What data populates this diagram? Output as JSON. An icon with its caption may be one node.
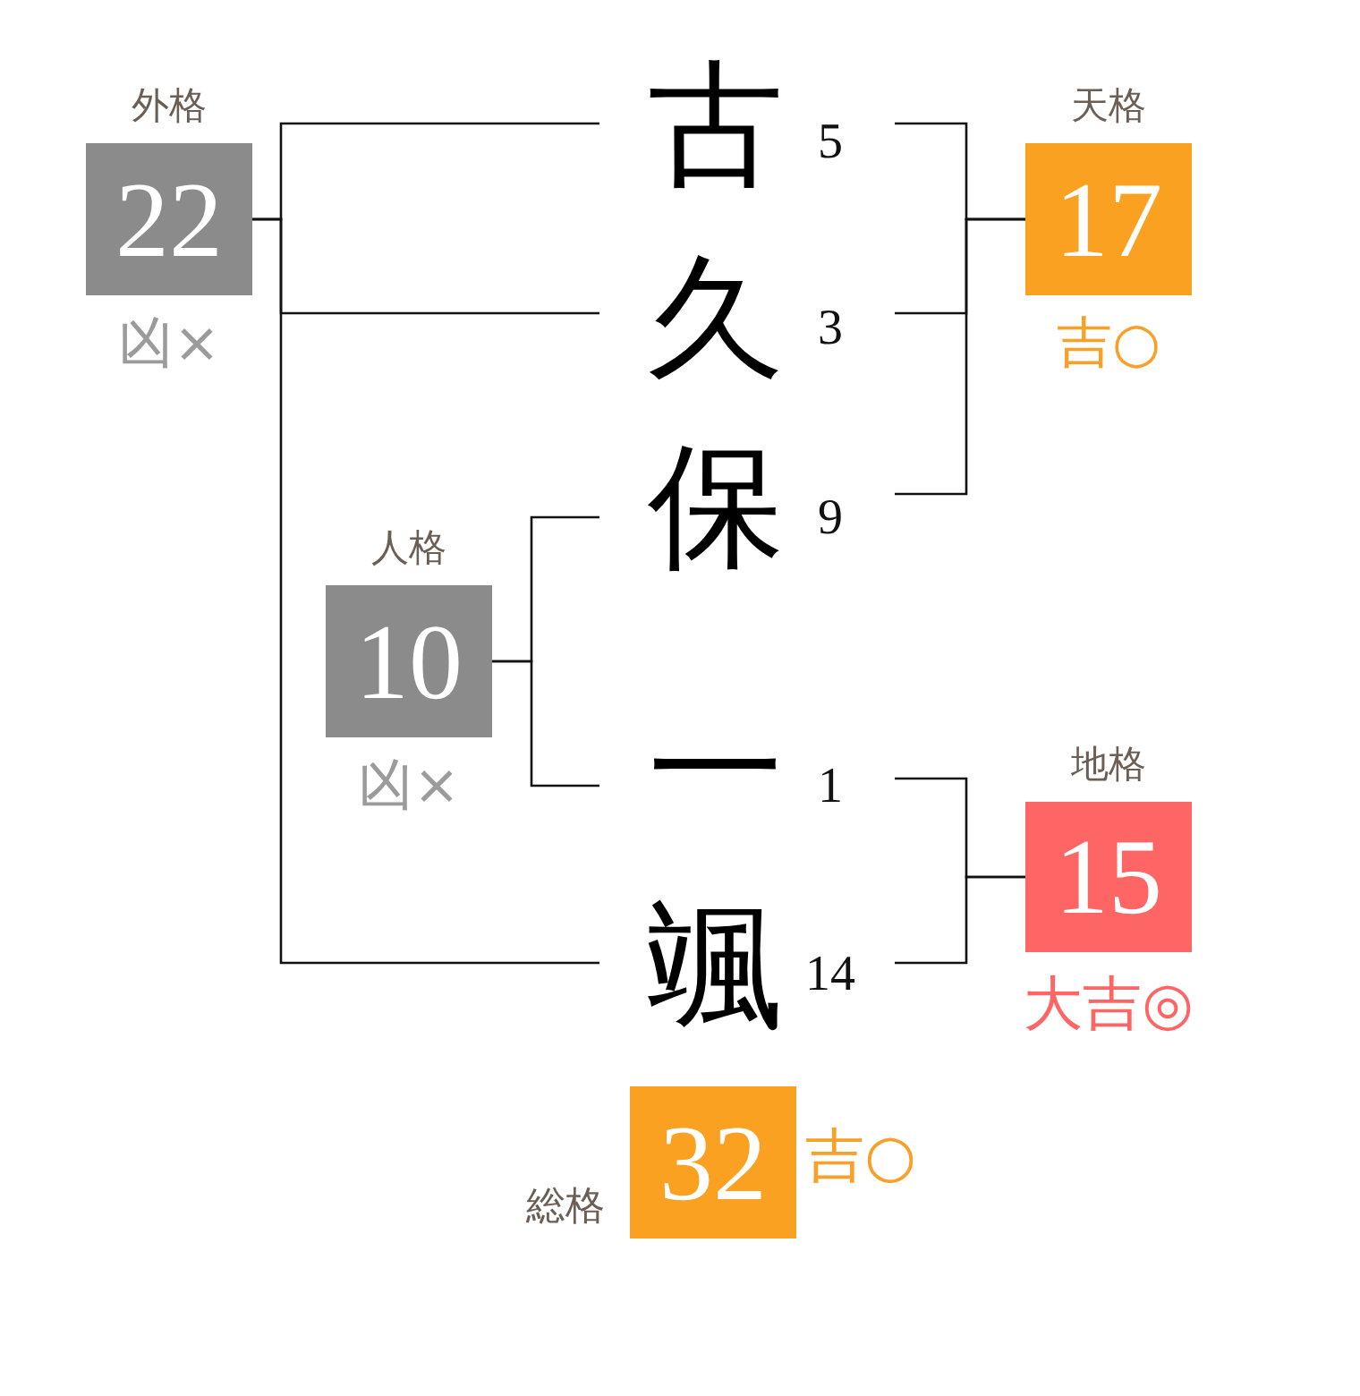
{
  "diagram": {
    "nodes": [
      {
        "text": [
          "外格",
          "22"
        ],
        "beside": [
          "凶×"
        ]
      },
      {
        "text": [
          "古"
        ],
        "beside": [
          "5"
        ]
      },
      {
        "text": [
          "天格",
          "17"
        ],
        "beside": [
          "吉○"
        ]
      },
      {
        "text": [
          "久"
        ],
        "beside": [
          "3"
        ]
      },
      {
        "text": [
          "保"
        ],
        "beside": [
          "9"
        ]
      },
      {
        "text": [
          "人格",
          "10"
        ],
        "beside": [
          "凶×"
        ]
      },
      {
        "text": [
          "一"
        ],
        "beside": [
          "1"
        ]
      },
      {
        "text": [
          "地格",
          "15"
        ],
        "beside": [
          "大吉◎"
        ]
      },
      {
        "text": [
          "颯"
        ],
        "beside": [
          "14"
        ]
      },
      {
        "text": [
          "総格",
          "32"
        ],
        "beside": [
          "吉○"
        ]
      }
    ],
    "edges": [
      {
        "from": 0,
        "to": 1,
        "arrow": "none"
      },
      {
        "from": 0,
        "to": 3,
        "arrow": "none"
      },
      {
        "from": 0,
        "to": 8,
        "arrow": "none"
      },
      {
        "from": 1,
        "to": 2,
        "arrow": "none"
      },
      {
        "from": 3,
        "to": 2,
        "arrow": "none"
      },
      {
        "from": 4,
        "to": 2,
        "arrow": "none"
      },
      {
        "from": 5,
        "to": 4,
        "arrow": "none"
      },
      {
        "from": 5,
        "to": 6,
        "arrow": "none"
      },
      {
        "from": 6,
        "to": 7,
        "arrow": "none"
      },
      {
        "from": 8,
        "to": 7,
        "arrow": "none"
      }
    ]
  }
}
